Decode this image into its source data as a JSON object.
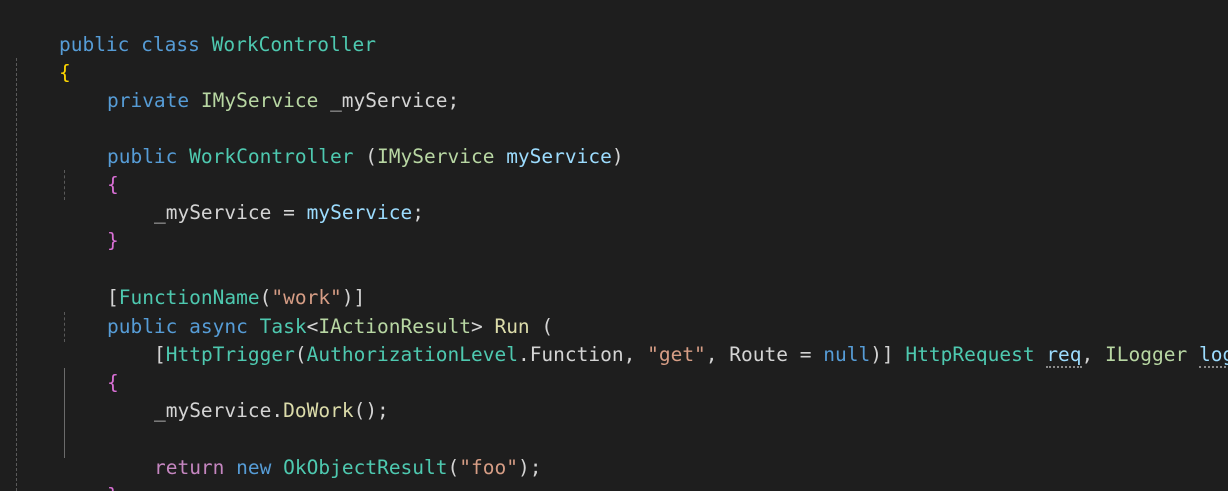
{
  "editor": {
    "background": "#1e1e1e",
    "lines": [
      {
        "id": "line-1",
        "tokens": [
          "public",
          " ",
          "class",
          " ",
          "WorkController"
        ]
      },
      {
        "id": "line-2",
        "tokens": [
          "{"
        ]
      },
      {
        "id": "line-3",
        "tokens": [
          "private",
          " ",
          "IMyService",
          " ",
          "_myService",
          ";"
        ]
      },
      {
        "id": "line-4",
        "tokens": []
      },
      {
        "id": "line-5",
        "tokens": [
          "public",
          " ",
          "WorkController",
          " (",
          "IMyService",
          " ",
          "myService",
          ")"
        ]
      },
      {
        "id": "line-6",
        "tokens": [
          "{"
        ]
      },
      {
        "id": "line-7",
        "tokens": [
          "_myService",
          " = ",
          "myService",
          ";"
        ]
      },
      {
        "id": "line-8",
        "tokens": [
          "}"
        ]
      },
      {
        "id": "line-9",
        "tokens": []
      },
      {
        "id": "line-10",
        "tokens": [
          "[",
          "FunctionName",
          "(",
          "\"work\"",
          ")]"
        ]
      },
      {
        "id": "line-11",
        "tokens": [
          "public",
          " ",
          "async",
          " ",
          "Task",
          "<",
          "IActionResult",
          "> ",
          "Run",
          " ("
        ]
      },
      {
        "id": "line-12",
        "tokens": [
          "[",
          "HttpTrigger",
          "(",
          "AuthorizationLevel",
          ".",
          "Function",
          ", ",
          "\"get\"",
          ", ",
          "Route",
          " = ",
          "null",
          ")] ",
          "HttpRequest",
          " ",
          "req",
          ", ",
          "ILogger",
          " ",
          "log",
          ")"
        ]
      },
      {
        "id": "line-13",
        "tokens": [
          "{"
        ]
      },
      {
        "id": "line-14",
        "tokens": [
          "_myService",
          ".",
          "DoWork",
          "();"
        ]
      },
      {
        "id": "line-15",
        "tokens": []
      },
      {
        "id": "line-16",
        "tokens": [
          "return",
          " ",
          "new",
          " ",
          "OkObjectResult",
          "(",
          "\"foo\"",
          ");"
        ]
      },
      {
        "id": "line-17",
        "tokens": [
          "}"
        ]
      }
    ]
  }
}
